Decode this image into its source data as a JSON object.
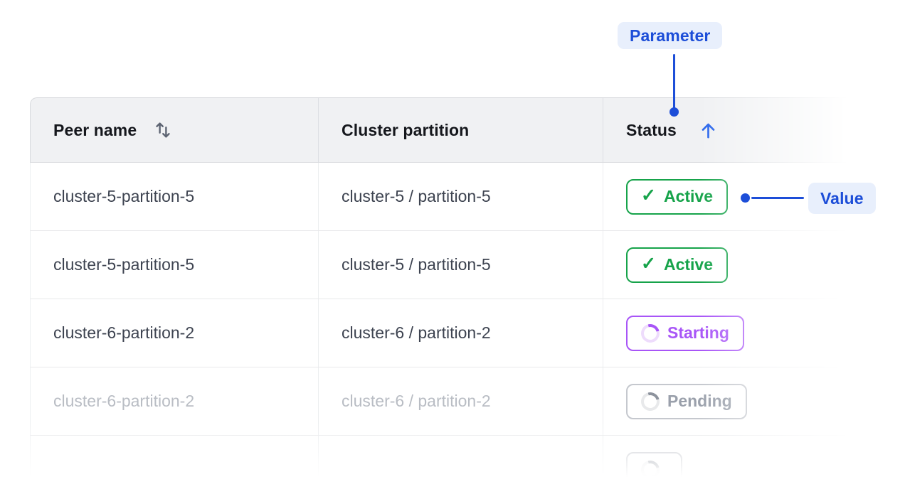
{
  "annotations": {
    "parameter": {
      "label": "Parameter"
    },
    "value": {
      "label": "Value"
    }
  },
  "table": {
    "columns": [
      {
        "label": "Peer name",
        "sort": "both"
      },
      {
        "label": "Cluster partition",
        "sort": "none"
      },
      {
        "label": "Status",
        "sort": "asc"
      }
    ],
    "rows": [
      {
        "peer_name": "cluster-5-partition-5",
        "cluster_partition": "cluster-5 / partition-5",
        "status": {
          "label": "Active",
          "type": "active"
        },
        "dimmed": false
      },
      {
        "peer_name": "cluster-5-partition-5",
        "cluster_partition": "cluster-5 / partition-5",
        "status": {
          "label": "Active",
          "type": "active"
        },
        "dimmed": false
      },
      {
        "peer_name": "cluster-6-partition-2",
        "cluster_partition": "cluster-6 / partition-2",
        "status": {
          "label": "Starting",
          "type": "starting"
        },
        "dimmed": false
      },
      {
        "peer_name": "cluster-6-partition-2",
        "cluster_partition": "cluster-6 / partition-2",
        "status": {
          "label": "Pending",
          "type": "pending"
        },
        "dimmed": true
      },
      {
        "peer_name": "",
        "cluster_partition": "",
        "status": {
          "label": "",
          "type": "pending"
        },
        "dimmed": true
      }
    ]
  },
  "icons": {
    "check_glyph": "✓",
    "sort_both_name": "sort-both-icon",
    "sort_asc_name": "sort-ascending-icon",
    "spinner_name": "spinner-icon",
    "check_name": "check-icon"
  },
  "colors": {
    "accent_blue": "#1d4ed8",
    "annot_bg": "#e8effc",
    "status_green": "#16a34a",
    "status_purple": "#a855f7",
    "pending_text": "#9aa0ab",
    "header_bg": "#f0f1f3",
    "header_text": "#15171c",
    "text_dark": "#3d4350",
    "text_dim": "#b9bdc4"
  }
}
